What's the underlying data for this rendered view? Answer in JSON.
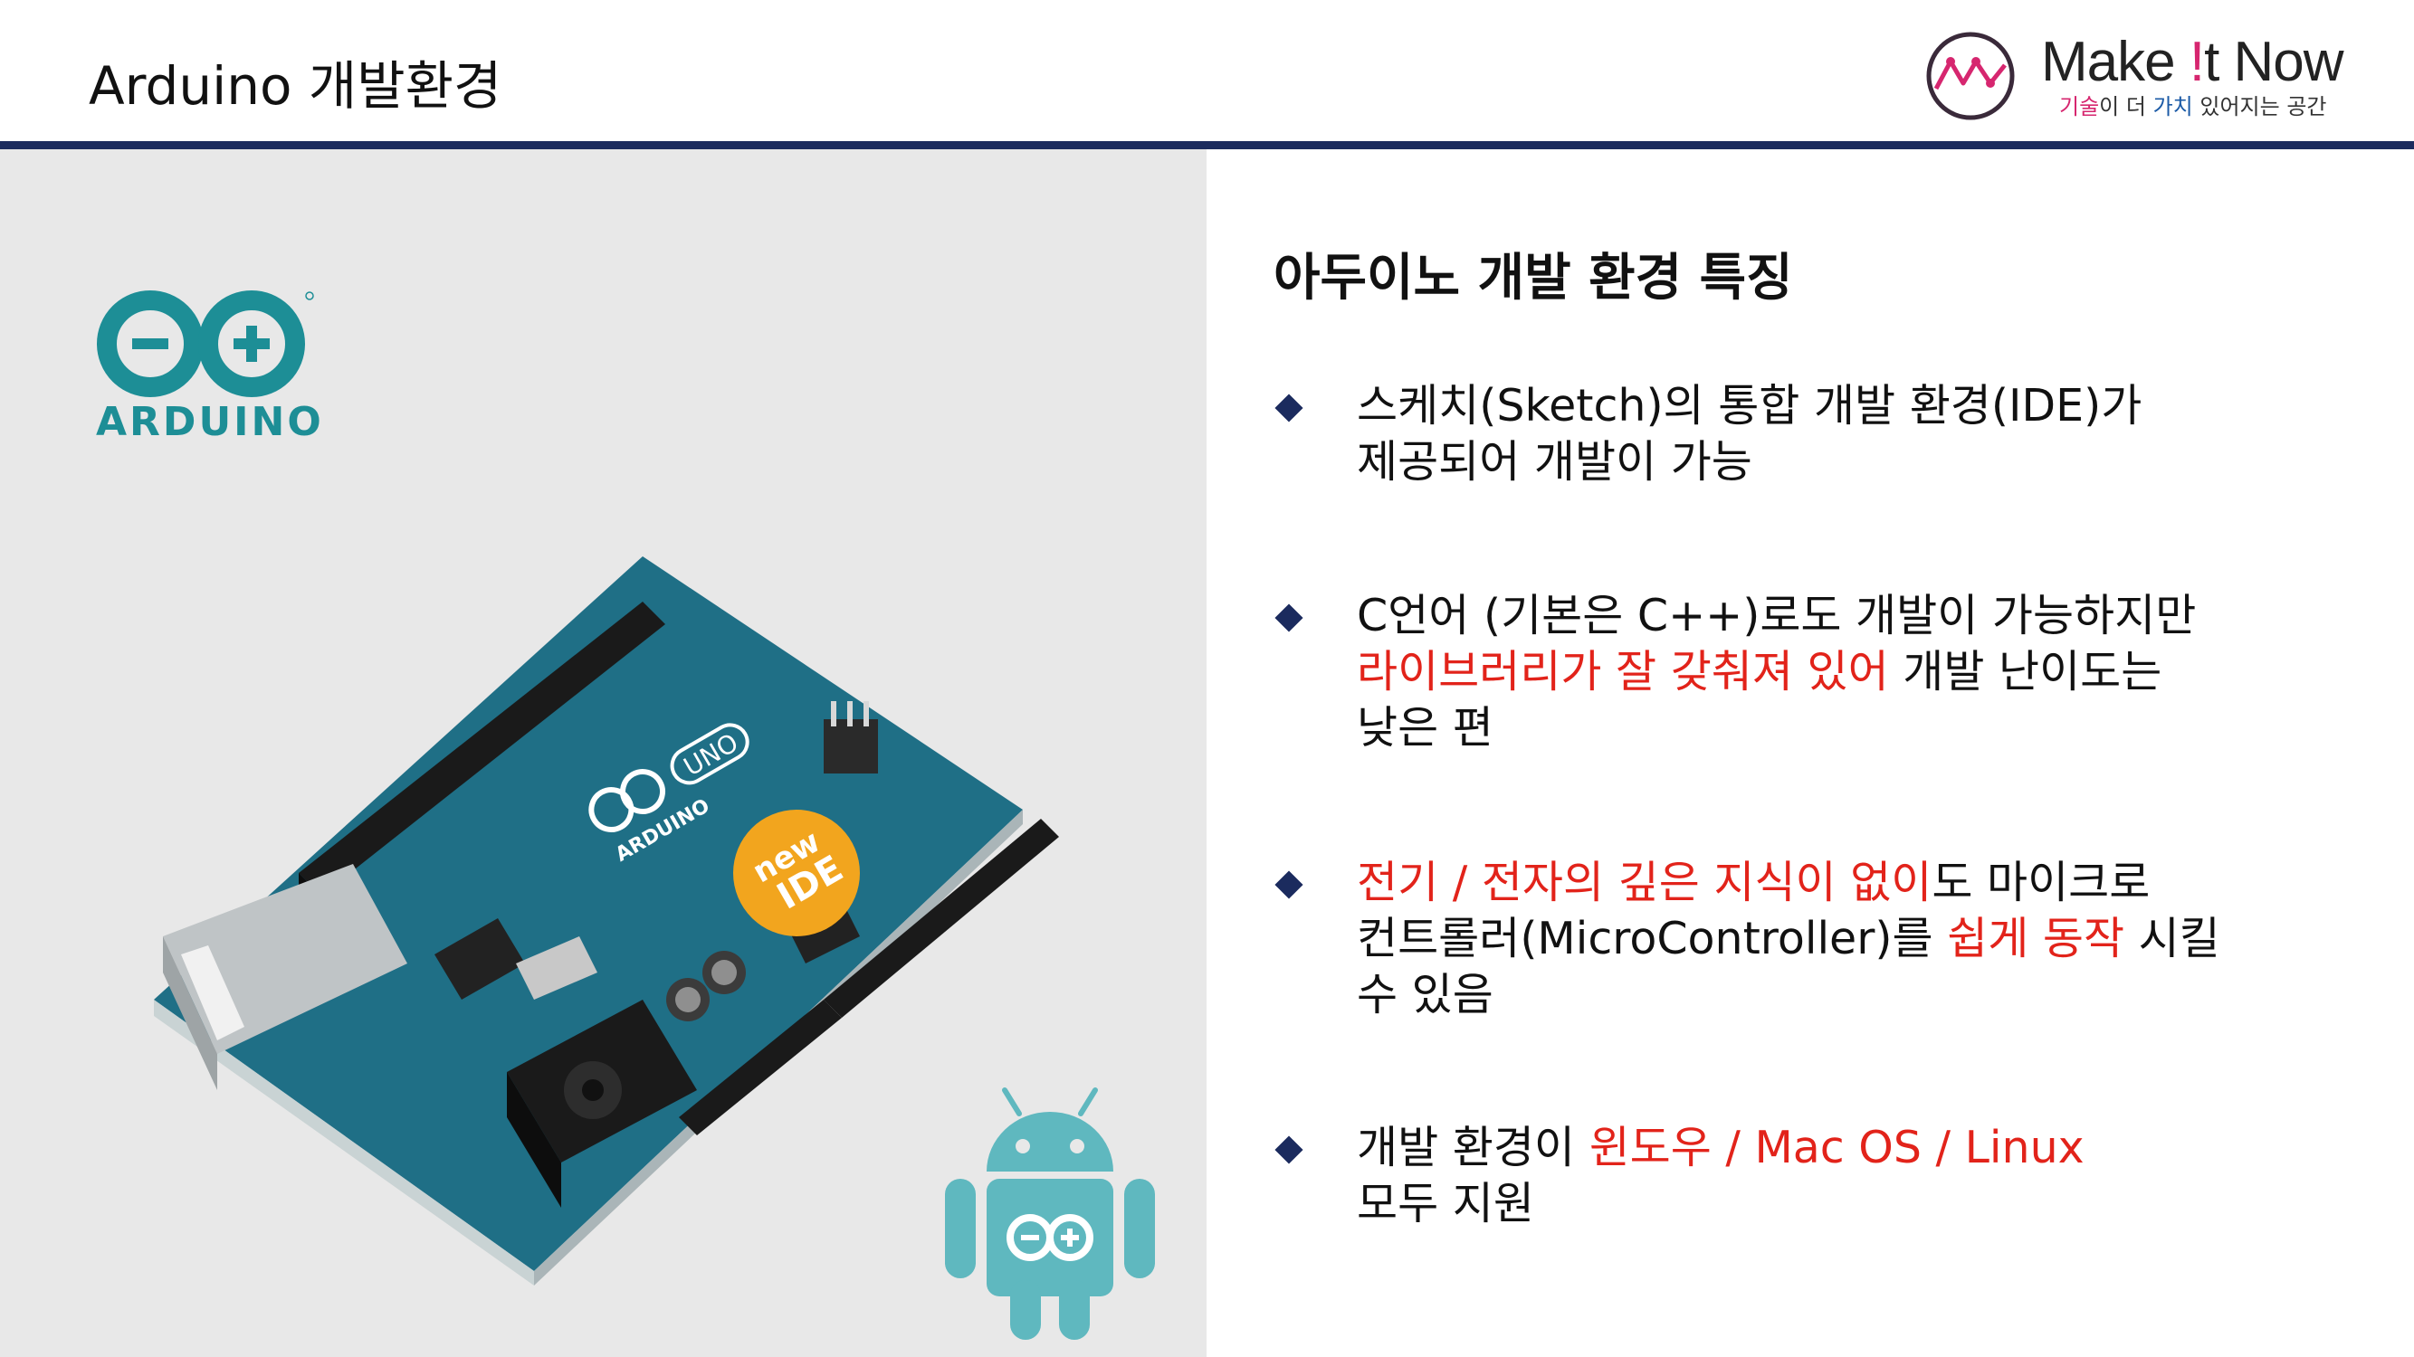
{
  "header": {
    "title": "Arduino 개발환경"
  },
  "logo": {
    "name_part1": "Make ",
    "name_bang": "!",
    "name_part2": "t Now",
    "tag_pink": "기술",
    "tag_1": "이 더 ",
    "tag_blue": "가치",
    "tag_2": " 있어지는 공간"
  },
  "left": {
    "arduino_logo_text": "ARDUINO",
    "board_labels": {
      "uno": "UNO",
      "new": "new",
      "ide": "IDE",
      "brand": "ARDUINO"
    }
  },
  "main": {
    "section_title": "아두이노 개발 환경 특징",
    "bullets": [
      {
        "t1": "스케치(Sketch)의 통합 개발 환경(IDE)가",
        "t2": "제공되어 개발이 가능"
      },
      {
        "t1": "C언어 (기본은 C++)로도 개발이 가능하지만",
        "r1": "라이브러리가 잘 갖춰져 있어",
        "t2": " 개발 난이도는",
        "t3": "낮은 편"
      },
      {
        "r1": "전기 / 전자의 깊은 지식이 없이",
        "t1": "도 마이크로",
        "t2": "컨트롤러(MicroController)를 ",
        "r2": "쉽게 동작",
        "t3": " 시킬",
        "t4": "수 있음"
      },
      {
        "t1": "개발 환경이 ",
        "r1": "윈도우 / Mac OS / Linux",
        "t2": "모두 지원"
      }
    ]
  },
  "colors": {
    "navy": "#1b2b5e",
    "red": "#e2231a",
    "teal": "#1d8e96",
    "android": "#5fb8bf",
    "panel": "#e8e8e8"
  }
}
